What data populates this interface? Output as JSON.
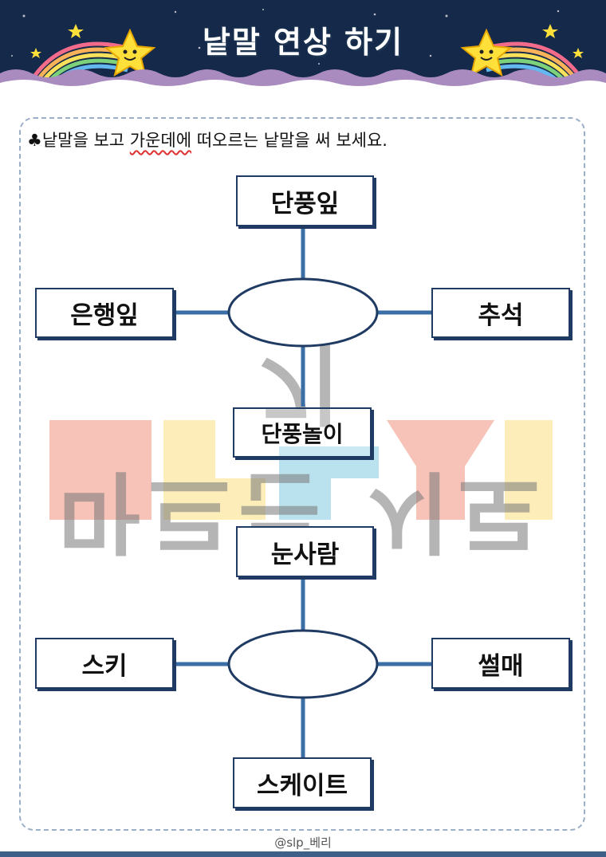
{
  "title": "낱말 연상 하기",
  "instruction": {
    "symbol": "♣",
    "before": "낱말을 보고 ",
    "underlined": "가운데에",
    "after": " 떠오르는 낱말을 써 보세요."
  },
  "diagram1": {
    "top": "단풍잎",
    "left": "은행잎",
    "right": "추석",
    "bottom": "단풍놀이",
    "center": ""
  },
  "diagram2": {
    "top": "눈사람",
    "left": "스키",
    "right": "썰매",
    "bottom": "스케이트",
    "center": ""
  },
  "watermark": {
    "text": "마르는 시로기"
  },
  "footer": "@slp_베리",
  "colors": {
    "header_bg": "#15294a",
    "wave": "#a98bbf",
    "box_border": "#1f3a63",
    "connector": "#3a6ea5",
    "watermark_red": "#f3a99a",
    "watermark_yellow": "#fbe7a1",
    "watermark_blue": "#a3d8e8"
  }
}
